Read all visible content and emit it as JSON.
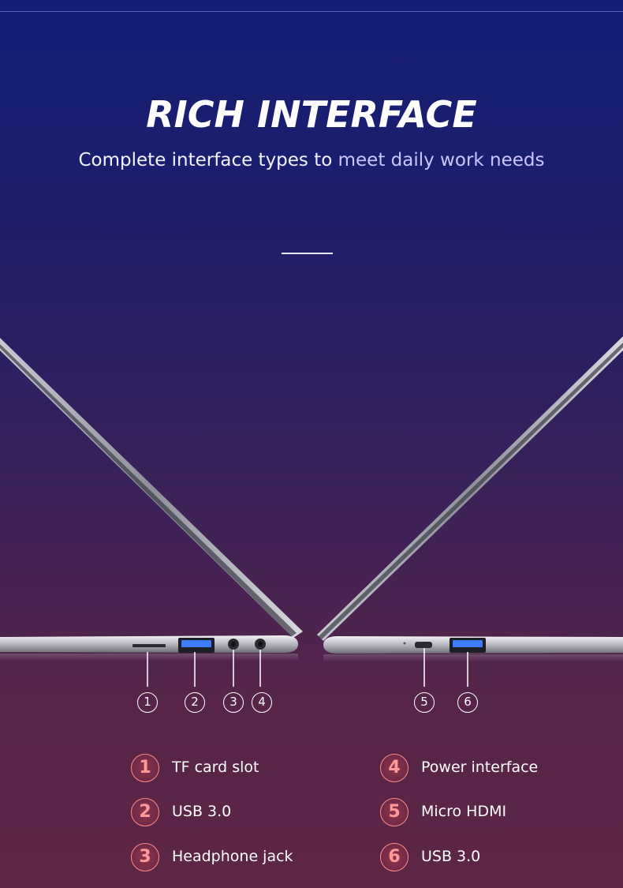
{
  "header": {
    "title": "RICH INTERFACE",
    "subtitle_part1": "Complete interface types to ",
    "subtitle_part2": "meet daily work needs"
  },
  "ports": [
    {
      "num": "1"
    },
    {
      "num": "2"
    },
    {
      "num": "3"
    },
    {
      "num": "4"
    },
    {
      "num": "5"
    },
    {
      "num": "6"
    }
  ],
  "legend": [
    {
      "num": "1",
      "label": "TF card slot"
    },
    {
      "num": "2",
      "label": "USB 3.0"
    },
    {
      "num": "3",
      "label": "Headphone jack"
    },
    {
      "num": "4",
      "label": "Power interface"
    },
    {
      "num": "5",
      "label": "Micro HDMI"
    },
    {
      "num": "6",
      "label": "USB 3.0"
    }
  ],
  "colors": {
    "usb_port": "#3d7bff",
    "badge_accent": "#ff8d8d"
  }
}
